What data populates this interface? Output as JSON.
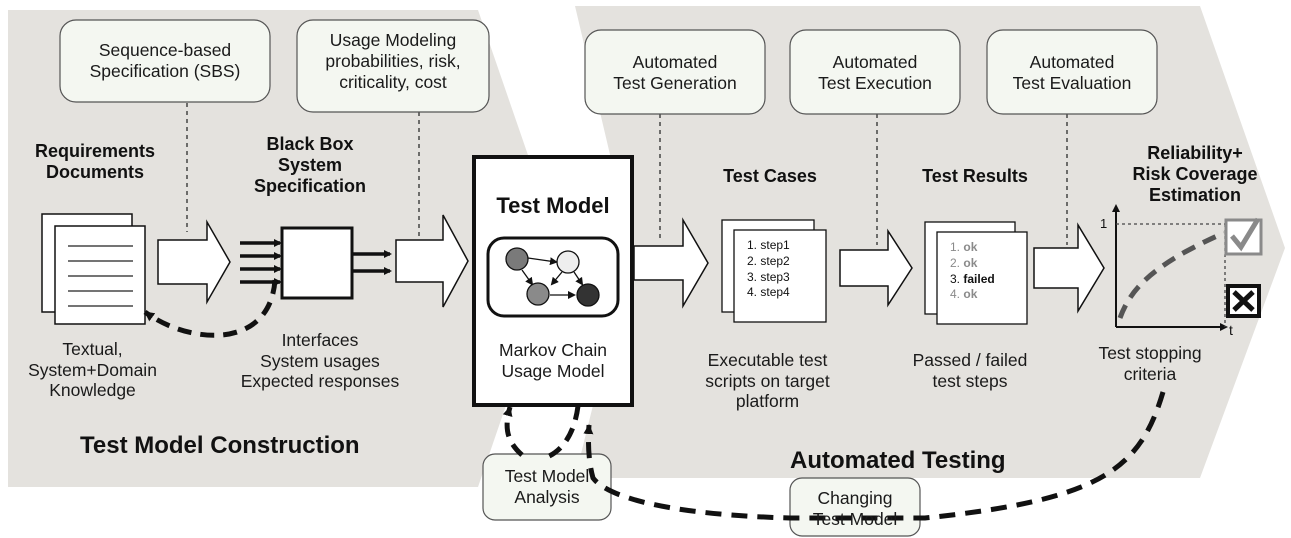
{
  "callouts": {
    "sbs": [
      "Sequence-based",
      "Specification (SBS)"
    ],
    "usage_modeling": [
      "Usage Modeling",
      "probabilities, risk,",
      "criticality, cost"
    ],
    "test_generation": [
      "Automated",
      "Test Generation"
    ],
    "test_execution": [
      "Automated",
      "Test Execution"
    ],
    "test_evaluation": [
      "Automated",
      "Test Evaluation"
    ],
    "analysis": [
      "Test Model",
      "Analysis"
    ],
    "changing": [
      "Changing",
      "Test Model"
    ]
  },
  "headings": {
    "requirements": [
      "Requirements",
      "Documents"
    ],
    "black_box": [
      "Black Box",
      "System",
      "Specification"
    ],
    "test_model": "Test Model",
    "test_cases": "Test Cases",
    "test_results": "Test Results",
    "reliability": [
      "Reliability+",
      "Risk Coverage",
      "Estimation"
    ]
  },
  "descriptions": {
    "requirements": [
      "Textual,",
      "System+Domain",
      "Knowledge"
    ],
    "black_box": [
      "Interfaces",
      "System usages",
      "Expected responses"
    ],
    "markov": [
      "Markov Chain",
      "Usage Model"
    ],
    "test_cases": [
      "Executable test",
      "scripts on target",
      "platform"
    ],
    "test_results": [
      "Passed / failed",
      "test steps"
    ],
    "reliability": [
      "Test stopping",
      "criteria"
    ]
  },
  "phases": {
    "construction": "Test Model Construction",
    "automated": "Automated Testing"
  },
  "test_steps": [
    {
      "num": "1.",
      "text": "step1"
    },
    {
      "num": "2.",
      "text": "step2"
    },
    {
      "num": "3.",
      "text": "step3"
    },
    {
      "num": "4.",
      "text": "step4"
    }
  ],
  "results": [
    {
      "num": "1.",
      "text": "ok",
      "status": "ok"
    },
    {
      "num": "2.",
      "text": "ok",
      "status": "ok"
    },
    {
      "num": "3.",
      "text": "failed",
      "status": "failed"
    },
    {
      "num": "4.",
      "text": "ok",
      "status": "ok"
    }
  ],
  "plot": {
    "y_tick": "1",
    "x_label": "t"
  },
  "colors": {
    "band": "#e4e2de",
    "callout_bg": "#f4f7f1",
    "ok_text": "#8a8a8a",
    "failed_text": "#111111"
  }
}
